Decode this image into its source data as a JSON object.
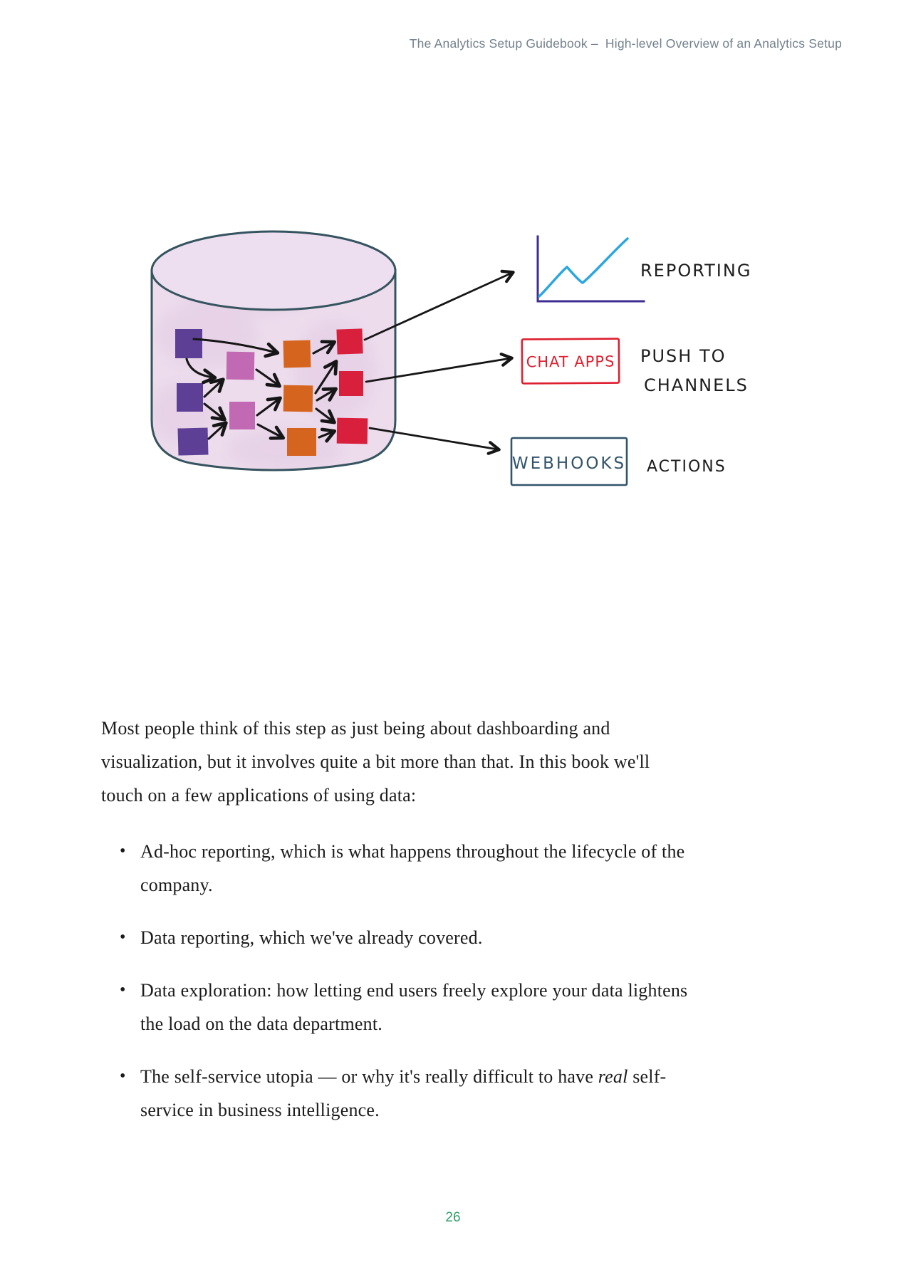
{
  "header": {
    "title": "The Analytics Setup Guidebook –  High-level Overview of an Analytics Setup",
    "color": "#73808c"
  },
  "diagram": {
    "labels": {
      "reporting": "REPORTING",
      "chat_apps": "CHAT APPS",
      "push_to_line1": "PUSH TO",
      "push_to_line2": "CHANNELS",
      "webhooks": "WEBHOOKS",
      "actions": "ACTIONS"
    },
    "colors": {
      "cylinder_fill": "#ecdcec",
      "cylinder_top_fill": "#eedff0",
      "cylinder_shade": "#dcbedc",
      "cylinder_stroke": "#35545f",
      "purple_square": "#5d4095",
      "pink_square": "#c169b2",
      "orange_square": "#d5641f",
      "red_square": "#d81f3c",
      "arrow_ink": "#161616",
      "chart_axis": "#3d2d92",
      "chart_line": "#2ba6df",
      "chat_apps_accent": "#dd2030",
      "webhooks_accent": "#33536a",
      "handwriting_ink": "#1d1d1d"
    }
  },
  "body": {
    "paragraph": "Most people think of this step as just being about dashboarding and visualization, but it involves quite a bit more than that. In this book we'll touch on a few applications of using data:",
    "bullets": [
      {
        "text": "Ad-hoc reporting, which is what happens throughout the lifecycle of the company."
      },
      {
        "text": "Data reporting, which we've already covered."
      },
      {
        "text": "Data exploration: how letting end users freely explore your data lightens the load on the data department."
      },
      {
        "prefix": "The self-service utopia — or why it's really difficult to have ",
        "italic": "real",
        "suffix": " self-service in business intelligence."
      }
    ]
  },
  "footer": {
    "page_number": "26",
    "color": "#2f9e68"
  }
}
